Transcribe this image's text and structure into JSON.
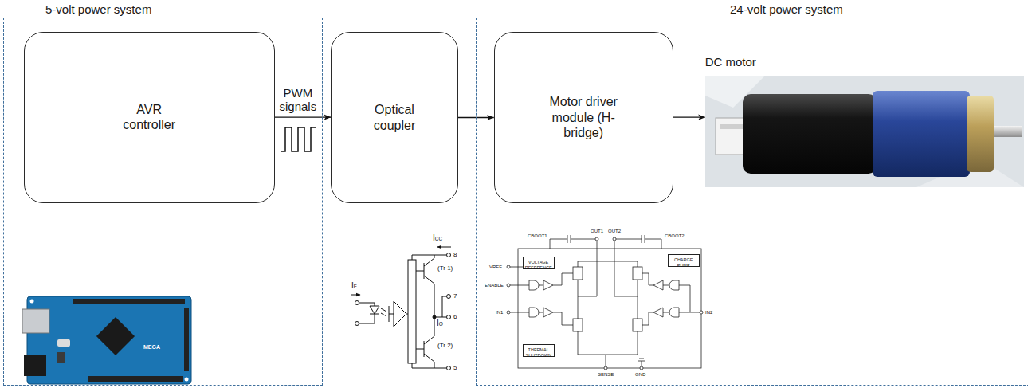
{
  "diagram": {
    "nodes": [
      {
        "text": [
          "5-volt power system"
        ]
      },
      {
        "text": [
          "AVR controller"
        ],
        "in": 0
      },
      {
        "text": [
          "Optical coupler"
        ]
      },
      {
        "text": [
          "24-volt power system"
        ]
      },
      {
        "text": [
          "Motor driver module (H-bridge)"
        ],
        "in": 3
      },
      {
        "text": [
          "DC motor"
        ],
        "in": 3
      },
      {
        "text": [
          "VOLTAGE REFERENCE"
        ],
        "in": 3
      },
      {
        "text": [
          "CHARGE PUMP"
        ],
        "in": 3
      },
      {
        "text": [
          "THERMAL SHUTDOWN"
        ],
        "in": 3
      }
    ],
    "edges": [
      {
        "from": 1,
        "to": 2,
        "label": "PWM signals",
        "arrow": "to"
      },
      {
        "from": 2,
        "to": 4,
        "arrow": "to"
      },
      {
        "from": 4,
        "to": 5,
        "arrow": "to"
      }
    ],
    "labels": [
      "IF",
      "ICC",
      "(Tr 1)",
      "(Tr 2)",
      "IO",
      "8",
      "7",
      "6",
      "5",
      "CBOOT1",
      "OUT1",
      "OUT2",
      "CBOOT2",
      "VREF",
      "ENABLE",
      "IN1",
      "IN2",
      "SENSE",
      "GND",
      "MEGA"
    ]
  }
}
